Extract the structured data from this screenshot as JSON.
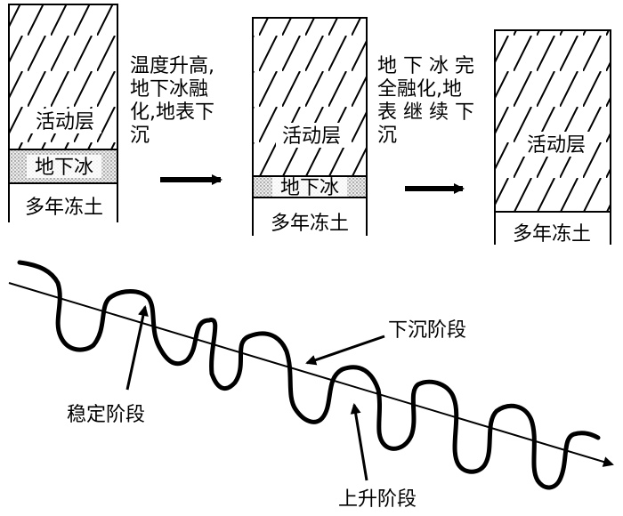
{
  "stage1": {
    "active_layer": "活动层",
    "ground_ice": "地下冰",
    "permafrost": "多年冻土"
  },
  "note1": [
    "温度升高,",
    "地下冰融",
    "化,地表下",
    "沉"
  ],
  "stage2": {
    "active_layer": "活动层",
    "ground_ice": "地下冰",
    "permafrost": "多年冻土"
  },
  "note2": [
    "地 下 冰 完",
    "全融化,地",
    "表 继 续 下",
    "沉"
  ],
  "stage3": {
    "active_layer": "活动层",
    "permafrost": "多年冻土"
  },
  "phases": {
    "subsidence": "下沉阶段",
    "stable": "稳定阶段",
    "uplift": "上升阶段"
  }
}
